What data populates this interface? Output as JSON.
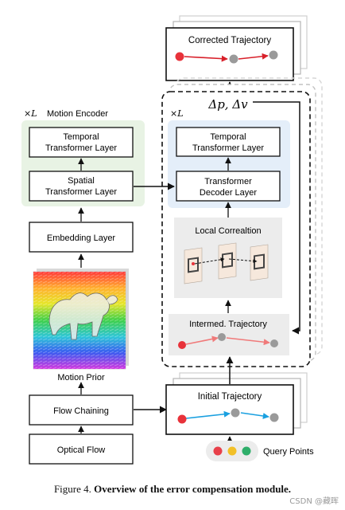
{
  "corrected_trajectory": {
    "label": "Corrected Trajectory"
  },
  "delta_label": "Δp, Δv",
  "motion_encoder": {
    "repeat": "×L",
    "title": "Motion Encoder",
    "temporal_line1": "Temporal",
    "temporal_line2": "Transformer Layer",
    "spatial_line1": "Spatial",
    "spatial_line2": "Transformer Layer"
  },
  "decoder": {
    "repeat": "×L",
    "temporal_line1": "Temporal",
    "temporal_line2": "Transformer Layer",
    "decoder_line1": "Transformer",
    "decoder_line2": "Decoder Layer",
    "local_correlation": "Local Correaltion",
    "intermed_trajectory": "Intermed. Trajectory"
  },
  "embedding_layer": "Embedding Layer",
  "motion_prior": "Motion Prior",
  "flow_chaining": "Flow Chaining",
  "optical_flow": "Optical Flow",
  "initial_trajectory": "Initial Trajectory",
  "query_points": {
    "label": "Query Points",
    "colors": [
      "#e8404a",
      "#f2c028",
      "#2fae6a"
    ]
  },
  "caption": {
    "prefix": "Figure 4.",
    "bold": "Overview of the error compensation module."
  },
  "watermark": "CSDN @藏晖",
  "colors": {
    "encoder_bg": "#e8f3e4",
    "decoder_bg": "#e4eef9",
    "gray_panel": "#ececec",
    "red_point": "#e8323a",
    "gray_point": "#9a9a9a",
    "red_arrow": "#d8202a",
    "pink_arrow": "#f07a7a",
    "blue_arrow": "#1aa0e0"
  }
}
